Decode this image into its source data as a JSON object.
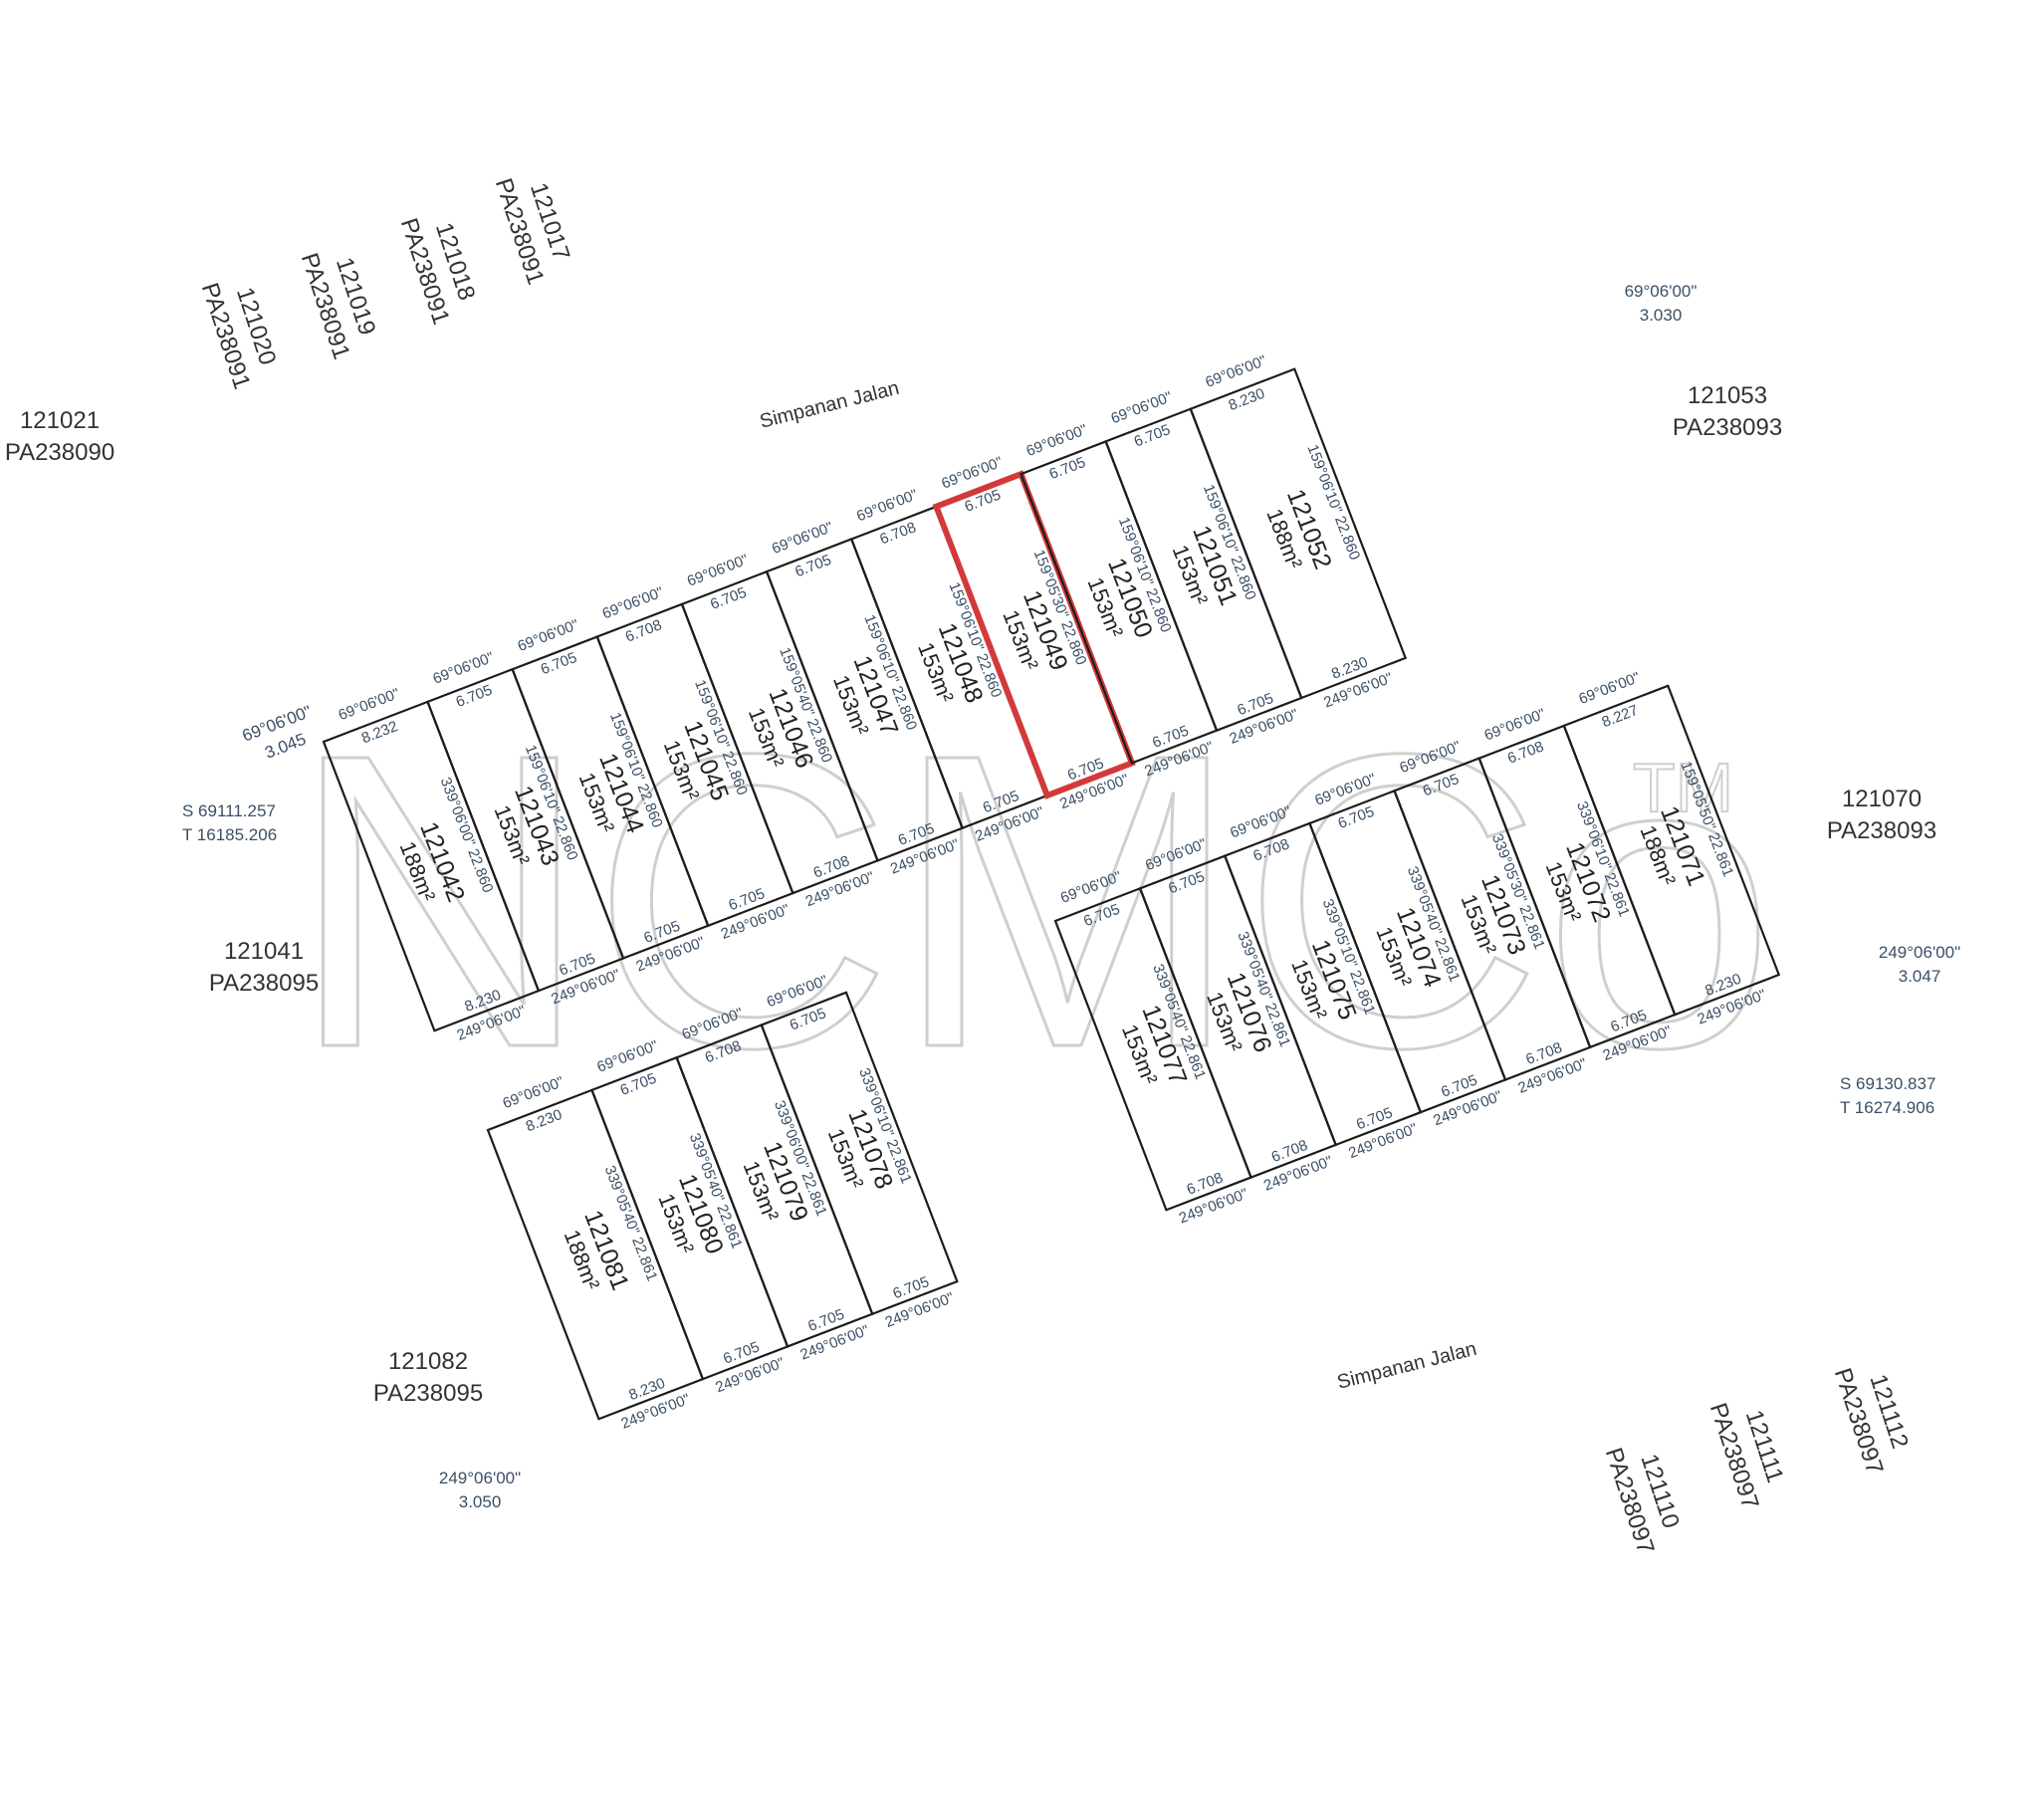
{
  "map": {
    "type": "cadastral-lot-plan",
    "highlighted_lot": "121049",
    "highlight_color": "#d23a3a",
    "watermark": {
      "text": "NCMCo",
      "tm": "TM"
    },
    "road_labels": [
      "Simpanan Jalan",
      "Simpanan Jalan"
    ],
    "adjacent_lots": [
      {
        "lot": "121021",
        "pa": "PA238090"
      },
      {
        "lot": "121020",
        "pa": "PA238091"
      },
      {
        "lot": "121019",
        "pa": "PA238091"
      },
      {
        "lot": "121018",
        "pa": "PA238091"
      },
      {
        "lot": "121017",
        "pa": "PA238091"
      },
      {
        "lot": "121053",
        "pa": "PA238093"
      },
      {
        "lot": "121041",
        "pa": "PA238095"
      },
      {
        "lot": "121070",
        "pa": "PA238093"
      },
      {
        "lot": "121082",
        "pa": "PA238095"
      },
      {
        "lot": "121110",
        "pa": "PA238097"
      },
      {
        "lot": "121111",
        "pa": "PA238097"
      },
      {
        "lot": "121112",
        "pa": "PA238097"
      }
    ],
    "corner_notes": [
      {
        "bearing": "69°06'00\"",
        "dist": "3.030"
      },
      {
        "bearing": "69°06'00\"",
        "dist": "3.045"
      },
      {
        "bearing": "249°06'00\"",
        "dist": "3.047"
      },
      {
        "bearing": "249°06'00\"",
        "dist": "3.050"
      }
    ],
    "coords": [
      {
        "s": "S 69111.257",
        "t": "T 16185.206"
      },
      {
        "s": "S 69130.837",
        "t": "T 16274.906"
      }
    ],
    "row_top": [
      {
        "lot": "121042",
        "area": "188m²",
        "front": "8.232",
        "back": "8.230",
        "side_bearing": "339°06'00\"",
        "side": "22.860"
      },
      {
        "lot": "121043",
        "area": "153m²",
        "front": "6.705",
        "back": "6.705",
        "side_bearing": "159°06'10\"",
        "side": "22.860"
      },
      {
        "lot": "121044",
        "area": "153m²",
        "front": "6.705",
        "back": "6.705",
        "side_bearing": "159°06'10\"",
        "side": "22.860"
      },
      {
        "lot": "121045",
        "area": "153m²",
        "front": "6.708",
        "back": "6.705",
        "side_bearing": "159°06'10\"",
        "side": "22.860"
      },
      {
        "lot": "121046",
        "area": "153m²",
        "front": "6.705",
        "back": "6.708",
        "side_bearing": "159°05'40\"",
        "side": "22.860"
      },
      {
        "lot": "121047",
        "area": "153m²",
        "front": "6.705",
        "back": "6.705",
        "side_bearing": "159°06'10\"",
        "side": "22.860"
      },
      {
        "lot": "121048",
        "area": "153m²",
        "front": "6.708",
        "back": "6.705",
        "side_bearing": "159°06'10\"",
        "side": "22.860"
      },
      {
        "lot": "121049",
        "area": "153m²",
        "front": "6.705",
        "back": "6.705",
        "side_bearing": "159°05'30\"",
        "side": "22.860"
      },
      {
        "lot": "121050",
        "area": "153m²",
        "front": "6.705",
        "back": "6.705",
        "side_bearing": "159°06'10\"",
        "side": "22.860"
      },
      {
        "lot": "121051",
        "area": "153m²",
        "front": "6.705",
        "back": "6.705",
        "side_bearing": "159°06'10\"",
        "side": "22.860"
      },
      {
        "lot": "121052",
        "area": "188m²",
        "front": "8.230",
        "back": "8.230",
        "side_bearing": "159°06'10\"",
        "side": "22.860"
      }
    ],
    "row_mid": [
      {
        "lot": "121077",
        "area": "153m²",
        "front": "6.705",
        "back": "6.708",
        "side_bearing": "339°05'40\"",
        "side": "22.861"
      },
      {
        "lot": "121076",
        "area": "153m²",
        "front": "6.705",
        "back": "6.708",
        "side_bearing": "339°05'40\"",
        "side": "22.861"
      },
      {
        "lot": "121075",
        "area": "153m²",
        "front": "6.708",
        "back": "6.705",
        "side_bearing": "339°05'10\"",
        "side": "22.861"
      },
      {
        "lot": "121074",
        "area": "153m²",
        "front": "6.705",
        "back": "6.705",
        "side_bearing": "339°05'40\"",
        "side": "22.861"
      },
      {
        "lot": "121073",
        "area": "153m²",
        "front": "6.705",
        "back": "6.708",
        "side_bearing": "339°05'30\"",
        "side": "22.861"
      },
      {
        "lot": "121072",
        "area": "153m²",
        "front": "6.708",
        "back": "6.705",
        "side_bearing": "339°06'10\"",
        "side": "22.861"
      },
      {
        "lot": "121071",
        "area": "188m²",
        "front": "8.227",
        "back": "8.230",
        "side_bearing": "159°05'50\"",
        "side": "22.861"
      }
    ],
    "row_bottom": [
      {
        "lot": "121081",
        "area": "188m²",
        "front": "8.230",
        "back": "8.230",
        "side_bearing": "339°05'40\"",
        "side": "22.861"
      },
      {
        "lot": "121080",
        "area": "153m²",
        "front": "6.705",
        "back": "6.705",
        "side_bearing": "339°05'40\"",
        "side": "22.861"
      },
      {
        "lot": "121079",
        "area": "153m²",
        "front": "6.708",
        "back": "6.705",
        "side_bearing": "339°06'00\"",
        "side": "22.861"
      },
      {
        "lot": "121078",
        "area": "153m²",
        "front": "6.705",
        "back": "6.705",
        "side_bearing": "339°06'10\"",
        "side": "22.861"
      }
    ],
    "edge_bearing_front": "69°06'00\"",
    "edge_bearing_back": "249°06'00\""
  }
}
